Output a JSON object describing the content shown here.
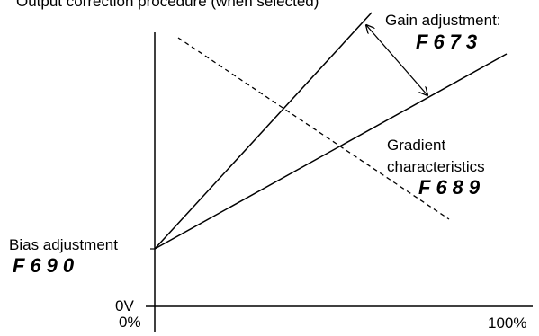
{
  "header": {
    "partial_text": "Output correction procedure (when selected)"
  },
  "labels": {
    "gain_label": "Gain adjustment:",
    "gain_code": "F673",
    "gradient_line1": "Gradient",
    "gradient_line2": "characteristics",
    "gradient_code": "F689",
    "bias_label": "Bias adjustment",
    "bias_code": "F690",
    "zero_volt": "0V",
    "zero_percent": "0%",
    "hundred_percent": "100%"
  },
  "colors": {
    "line": "#000000",
    "background": "#ffffff"
  }
}
